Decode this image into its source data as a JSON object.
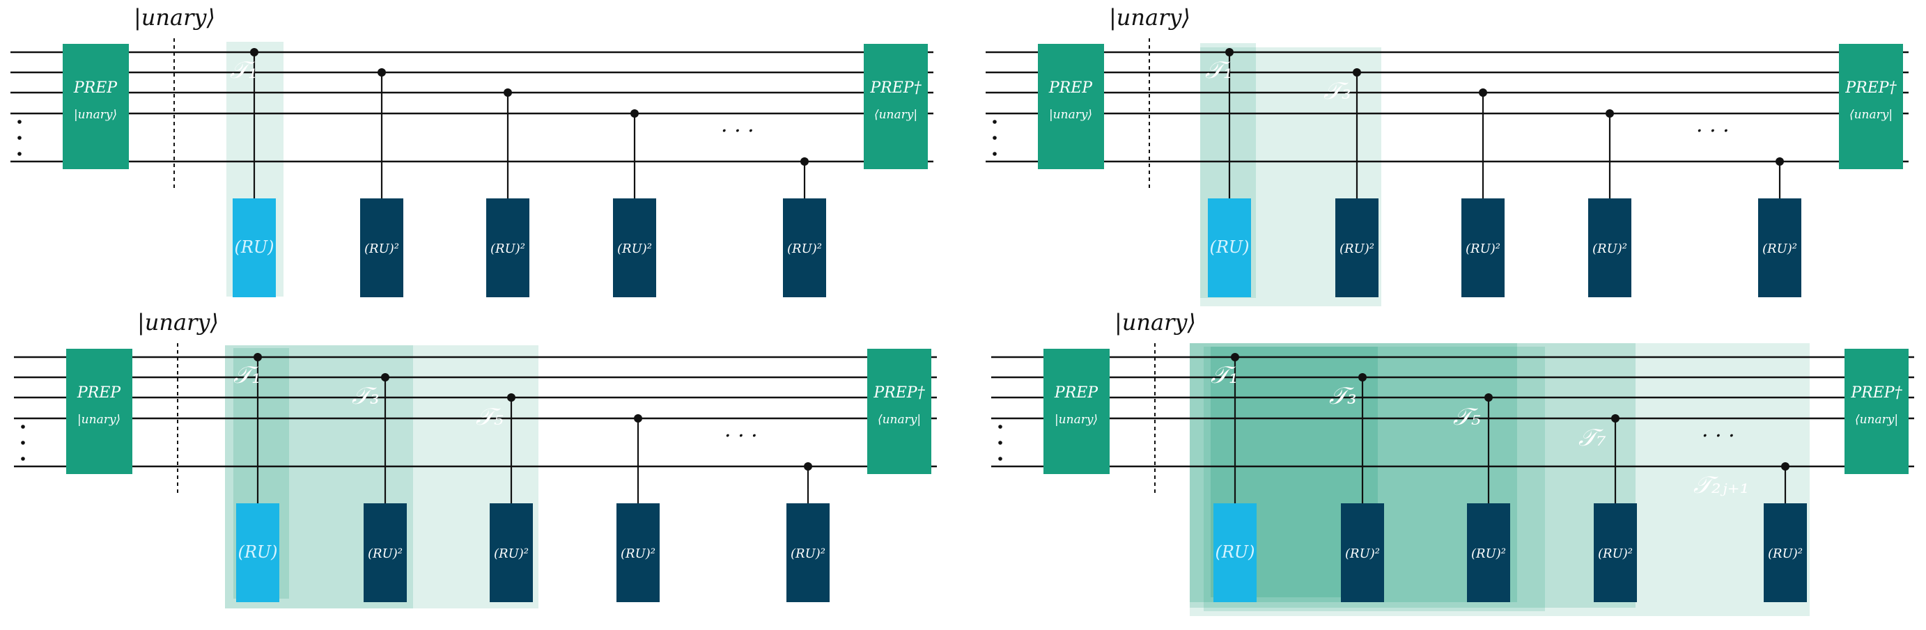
{
  "colors": {
    "prep": "#189e7e",
    "wire": "#111111",
    "gate_dark": "#053f5c",
    "gate_light": "#1bb6e6",
    "shade": "#1a9c7a"
  },
  "text": {
    "unary_ket": "|unary⟩",
    "prep": "PREP",
    "prep_sub": "|unary⟩",
    "prep_dag": "PREP†",
    "prep_dag_sub": "⟨unary|",
    "ru": "(RU)",
    "ru2": "(RU)²",
    "dots": "· · ·",
    "t1": "𝒯₁",
    "t3": "𝒯₃",
    "t5": "𝒯₅",
    "t7": "𝒯₇",
    "tlast": "𝒯₂ⱼ₊₁"
  },
  "panels": [
    {
      "id": "panel-top-left",
      "shading_steps": 1,
      "step_labels": [
        "t1"
      ]
    },
    {
      "id": "panel-top-right",
      "shading_steps": 2,
      "step_labels": [
        "t1",
        "t3"
      ]
    },
    {
      "id": "panel-bottom-left",
      "shading_steps": 3,
      "step_labels": [
        "t1",
        "t3",
        "t5"
      ]
    },
    {
      "id": "panel-bottom-right",
      "shading_steps": 5,
      "step_labels": [
        "t1",
        "t3",
        "t5",
        "t7",
        "tlast"
      ]
    }
  ]
}
